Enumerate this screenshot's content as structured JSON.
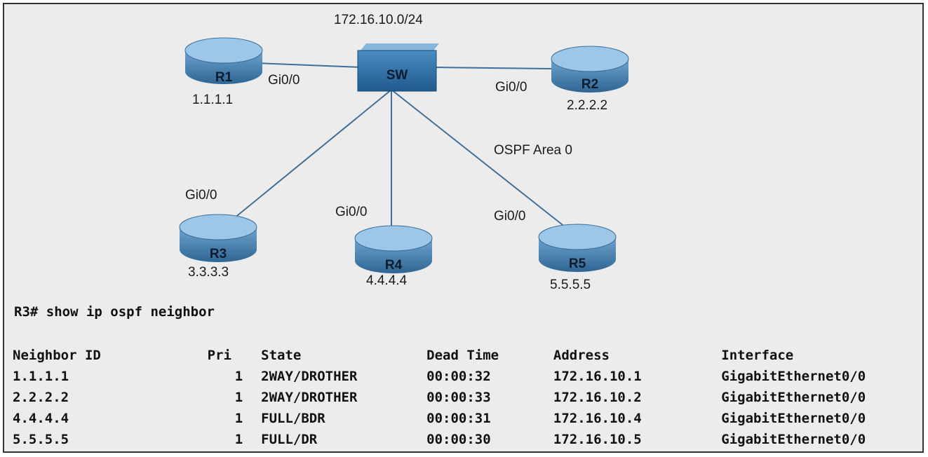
{
  "diagram": {
    "subnet": "172.16.10.0/24",
    "area": "OSPF Area 0",
    "switch": {
      "name": "SW"
    },
    "routers": [
      {
        "name": "R1",
        "ip": "1.1.1.1",
        "interface": "Gi0/0"
      },
      {
        "name": "R2",
        "ip": "2.2.2.2",
        "interface": "Gi0/0"
      },
      {
        "name": "R3",
        "ip": "3.3.3.3",
        "interface": "Gi0/0"
      },
      {
        "name": "R4",
        "ip": "4.4.4.4",
        "interface": "Gi0/0"
      },
      {
        "name": "R5",
        "ip": "5.5.5.5",
        "interface": "Gi0/0"
      }
    ]
  },
  "cli": {
    "command": "R3# show ip ospf neighbor",
    "headers": [
      "Neighbor ID",
      "Pri",
      "State",
      "Dead Time",
      "Address",
      "Interface"
    ],
    "rows": [
      [
        "1.1.1.1",
        "1",
        "2WAY/DROTHER",
        "00:00:32",
        "172.16.10.1",
        "GigabitEthernet0/0"
      ],
      [
        "2.2.2.2",
        "1",
        "2WAY/DROTHER",
        "00:00:33",
        "172.16.10.2",
        "GigabitEthernet0/0"
      ],
      [
        "4.4.4.4",
        "1",
        "FULL/BDR",
        "00:00:31",
        "172.16.10.4",
        "GigabitEthernet0/0"
      ],
      [
        "5.5.5.5",
        "1",
        "FULL/DR",
        "00:00:30",
        "172.16.10.5",
        "GigabitEthernet0/0"
      ]
    ]
  },
  "colors": {
    "router": "#4f8ab8",
    "router_top": "#8cbde0",
    "link": "#3f6f98",
    "switch": "#2f6fa6"
  }
}
